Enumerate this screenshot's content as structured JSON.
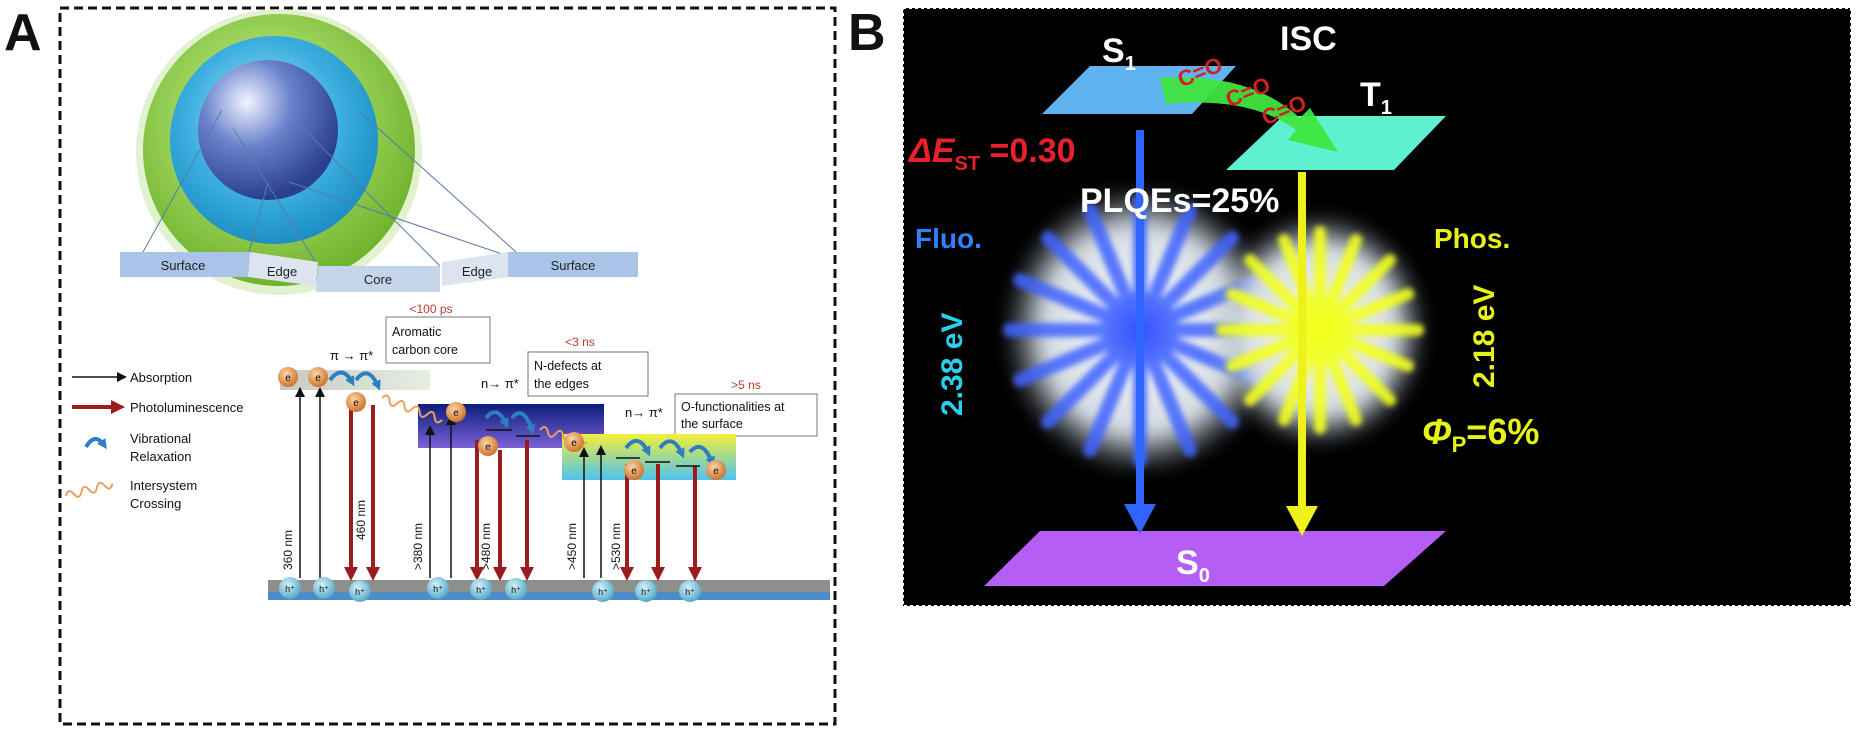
{
  "panel_a": {
    "panel_letter": "A",
    "segments": [
      "Surface",
      "Edge",
      "Core",
      "Edge",
      "Surface"
    ],
    "times": {
      "core": "<100 ps",
      "edge": "<3 ns",
      "surface": ">5 ns"
    },
    "boxes": {
      "core": [
        "Aromatic",
        "carbon core"
      ],
      "edge": [
        "N-defects at",
        "the edges"
      ],
      "surface": [
        "O-functionalities at",
        "the surface"
      ]
    },
    "transitions": {
      "pi": "π → π*",
      "n1": "n→ π*",
      "n2": "n→ π*"
    },
    "legend": {
      "absorption": "Absorption",
      "photoluminescence": "Photoluminescence",
      "vibrational": [
        "Vibrational",
        "Relaxation"
      ],
      "intersystem": [
        "Intersystem",
        "Crossing"
      ]
    },
    "wavelengths": [
      "360 nm",
      "460 nm",
      ">380 nm",
      ">480 nm",
      ">450 nm",
      ">530 nm"
    ],
    "electron": "e",
    "hole": "h⁺"
  },
  "panel_b": {
    "panel_letter": "B",
    "s1_base": "S",
    "s1_sub": "1",
    "t1_base": "T",
    "t1_sub": "1",
    "s0_base": "S",
    "s0_sub": "0",
    "isc": "ISC",
    "co": "C=O",
    "delta_prefix": "ΔE",
    "delta_sub": "ST",
    "delta_value": " =0.30",
    "plqe": "PLQEs=25%",
    "fluo": "Fluo.",
    "phos": "Phos.",
    "e_fluo": "2.38 eV",
    "e_phos": "2.18 eV",
    "phi_base": "Φ",
    "phi_sub": "P",
    "phi_value": "=6%"
  },
  "colors": {
    "absorption": "#111111",
    "photoluminescence": "#9b1c1c",
    "red_text": "#c0392b",
    "vib_arrow": "#2e7fc1",
    "isc_wave": "#e8a05c",
    "s1_plate": "#5fb3ee",
    "t1_plate": "#5ff0d0",
    "s0_plate": "#b45ef5",
    "fluo_arrow": "#2f64ff",
    "phos_arrow": "#eef21a",
    "delta_red": "#e8202a",
    "fluo_text": "#2f80ff",
    "phos_text": "#e6f21a",
    "energy_cyan": "#2ad0ee"
  }
}
